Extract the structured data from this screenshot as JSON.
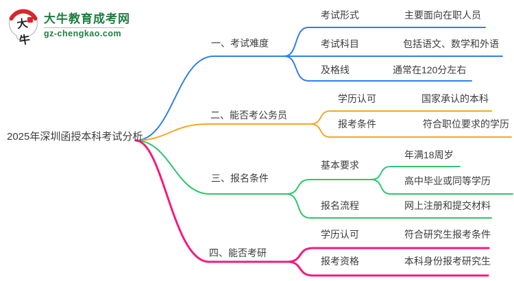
{
  "logo": {
    "icon_text": "大牛",
    "title": "大牛教育成考网",
    "subtitle": "gz-chengkao.com",
    "title_color": "#1B7E3E",
    "seal_red": "#D9252B"
  },
  "colors": {
    "branch1_blue": "#2F7FEB",
    "branch2_orange": "#F5A623",
    "branch3_green": "#2EC56C",
    "branch4_pink": "#F5197D",
    "text": "#3C3C3C"
  },
  "root_label": "2025年深圳函授本科考试分析",
  "branches": [
    {
      "label": "一、考试难度",
      "children": [
        {
          "label": "考试形式",
          "value": "主要面向在职人员"
        },
        {
          "label": "考试科目",
          "value": "包括语文、数学和外语"
        },
        {
          "label": "及格线",
          "value": "通常在120分左右"
        }
      ]
    },
    {
      "label": "二、能否考公务员",
      "children": [
        {
          "label": "学历认可",
          "value": "国家承认的本科"
        },
        {
          "label": "报考条件",
          "value": "符合职位要求的学历"
        }
      ]
    },
    {
      "label": "三、报名条件",
      "children": [
        {
          "label": "基本要求",
          "values": [
            "年满18周岁",
            "高中毕业或同等学历"
          ]
        },
        {
          "label": "报名流程",
          "value": "网上注册和提交材料"
        }
      ]
    },
    {
      "label": "四、能否考研",
      "children": [
        {
          "label": "学历认可",
          "value": "符合研究生报考条件"
        },
        {
          "label": "报考资格",
          "value": "本科身份报考研究生"
        }
      ]
    }
  ]
}
